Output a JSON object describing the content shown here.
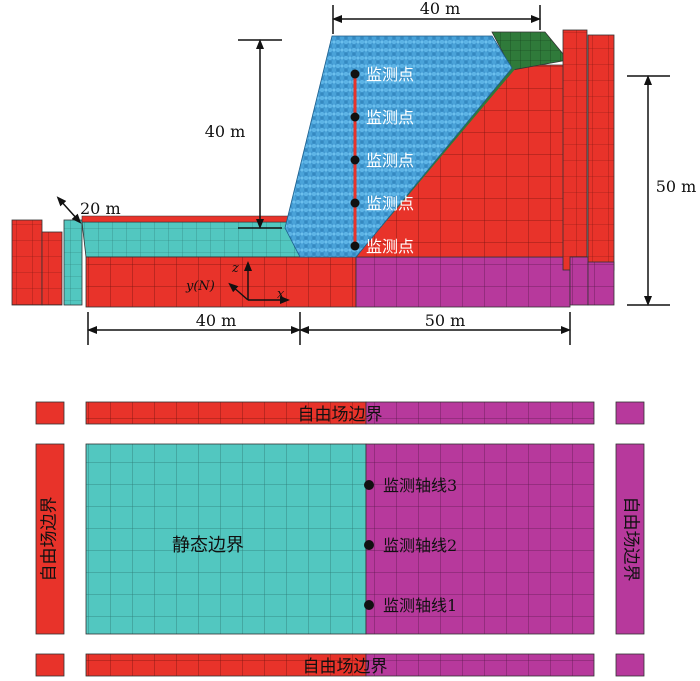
{
  "colors": {
    "red": "#e8332a",
    "magenta": "#b7399c",
    "cyan": "#52c7c0",
    "blue_particles": "#4aa3d9",
    "green": "#2f7a3a",
    "dot": "#111111",
    "line": "#111111"
  },
  "top_view": {
    "dim_top": "40 m",
    "dim_height_left": "40 m",
    "dim_height_right": "50 m",
    "dim_small": "20 m",
    "dim_bottom_left": "40 m",
    "dim_bottom_right": "50 m",
    "axis_y": "y(N)",
    "axis_x": "x",
    "axis_z": "z",
    "monitor_labels": [
      "监测点",
      "监测点",
      "监测点",
      "监测点",
      "监测点"
    ]
  },
  "bottom_view": {
    "free_field_top": "自由场边界",
    "free_field_bottom": "自由场边界",
    "free_field_left": "自由场边界",
    "free_field_right": "自由场边界",
    "static_boundary": "静态边界",
    "axis_lines": [
      "监测轴线3",
      "监测轴线2",
      "监测轴线1"
    ]
  }
}
